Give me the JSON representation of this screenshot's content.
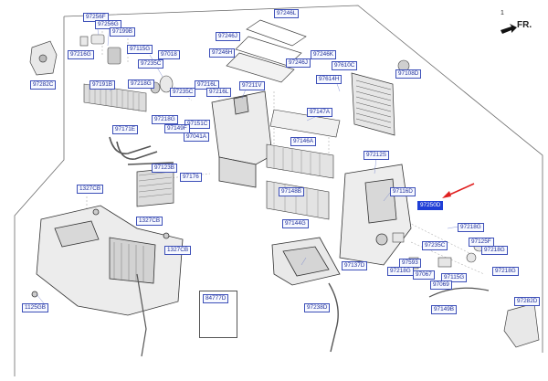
{
  "diagram": {
    "page_ref": "1",
    "direction_label": "FR.",
    "highlight_color": "#1f3fd6",
    "arrow_color": "#e02020",
    "highlighted_part": "97250D",
    "labels": {
      "l97256F": "97256F",
      "l97256G": "97256G",
      "l97199B": "97199B",
      "l97216G_a": "97216G",
      "l97115G": "97115G",
      "l97235C_a": "97235C",
      "l97018": "97018",
      "l97218G_a": "97218G",
      "l97282C": "97282C",
      "l97191B": "97191B",
      "l97246L": "97246L",
      "l97246J_a": "97246J",
      "l97246H": "97246H",
      "l97246K": "97246K",
      "l97246J_b": "97246J",
      "l97610C": "97610C",
      "l97614H": "97614H",
      "l97108D": "97108D",
      "l97235C_b": "97235C",
      "l97216L_a": "97216L",
      "l97216L_b": "97216L",
      "l97211V": "97211V",
      "l97151C": "97151C",
      "l97218G_b": "97218G",
      "l97149F": "97149F",
      "l97171E": "97171E",
      "l97041A": "97041A",
      "l97147A": "97147A",
      "l97146A": "97146A",
      "l97212S": "97212S",
      "l97123B": "97123B",
      "l97176": "97176",
      "l97116D": "97116D",
      "l97250D": "97250D",
      "l1327CB_a": "1327CB",
      "l97148B": "97148B",
      "l97218G_c": "97218G",
      "l1327CB_b": "1327CB",
      "l97144G": "97144G",
      "l97125F": "97125F",
      "l97235C_c": "97235C",
      "l97218G_d": "97218G",
      "l1327CB_c": "1327CB",
      "l97593": "97593",
      "l97137D": "97137D",
      "l97218G_e": "97218G",
      "l97218G_f": "97218G",
      "l97067": "97067",
      "l97115G_b": "97115G",
      "l97069": "97069",
      "l84777D": "84777D",
      "l97282D": "97282D",
      "l1125GB": "1125GB",
      "l97238D": "97238D",
      "l97149B": "97149B"
    }
  }
}
